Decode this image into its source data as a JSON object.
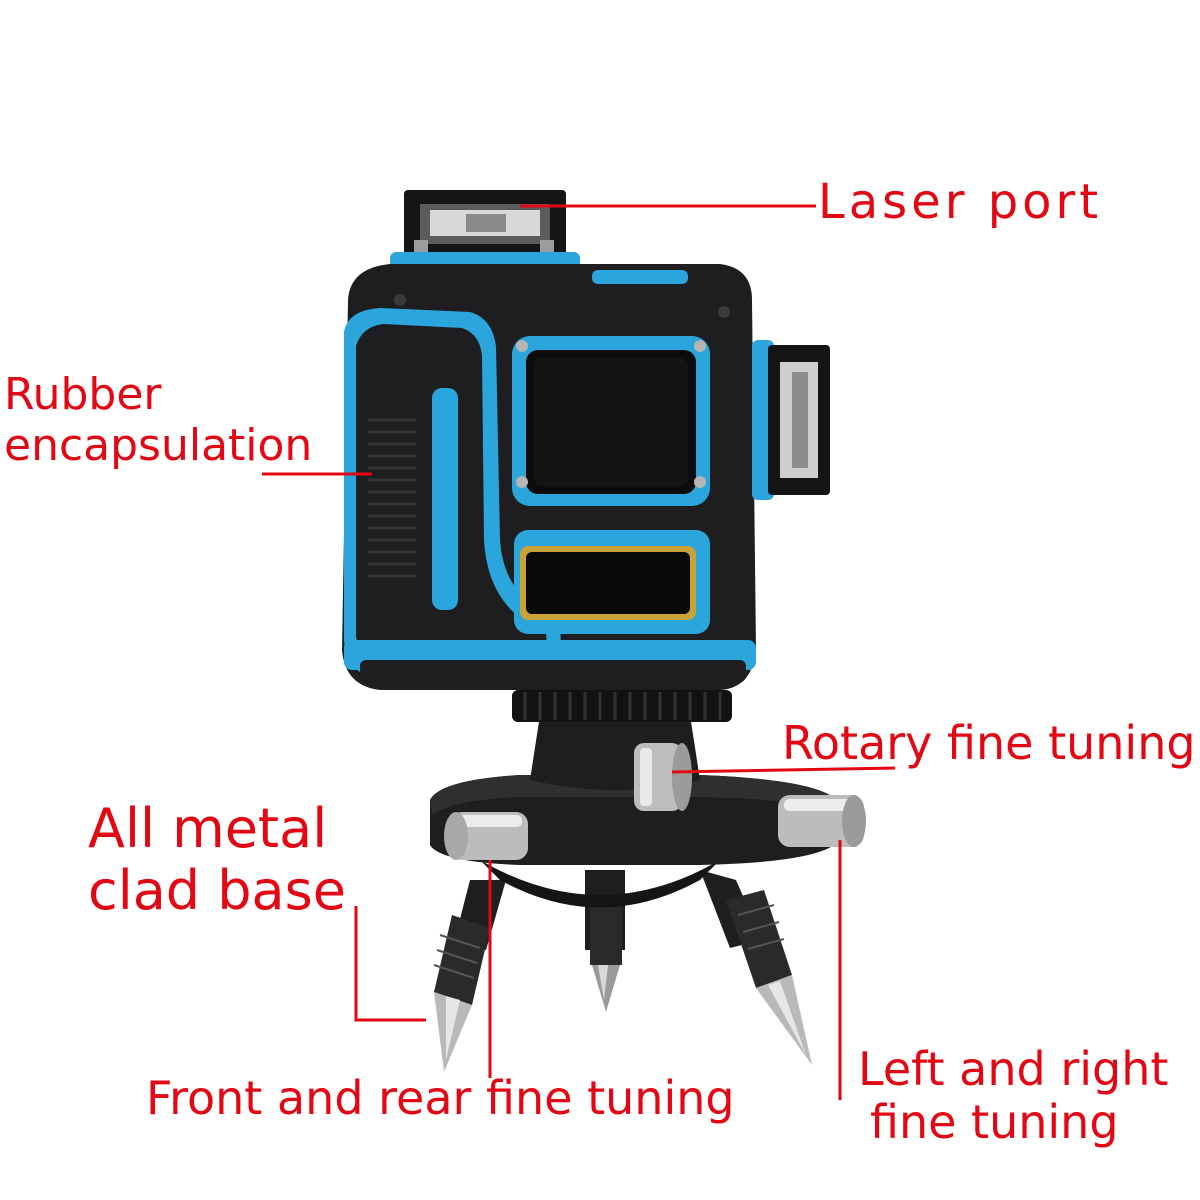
{
  "labels": {
    "laser_port": "Laser port",
    "rubber_line1": "Rubber",
    "rubber_line2": "encapsulation",
    "rotary": "Rotary fine tuning",
    "metal_line1": "All metal",
    "metal_line2": "clad base",
    "front_rear": "Front and rear fine tuning",
    "left_right_line1": "Left and right",
    "left_right_line2": "fine tuning"
  },
  "colors": {
    "label_red": "#e30613",
    "body_black": "#1e1e20",
    "accent_blue": "#2aa6dc",
    "metal_silver": "#c8c8c8",
    "window_gold": "#c9a23a"
  }
}
